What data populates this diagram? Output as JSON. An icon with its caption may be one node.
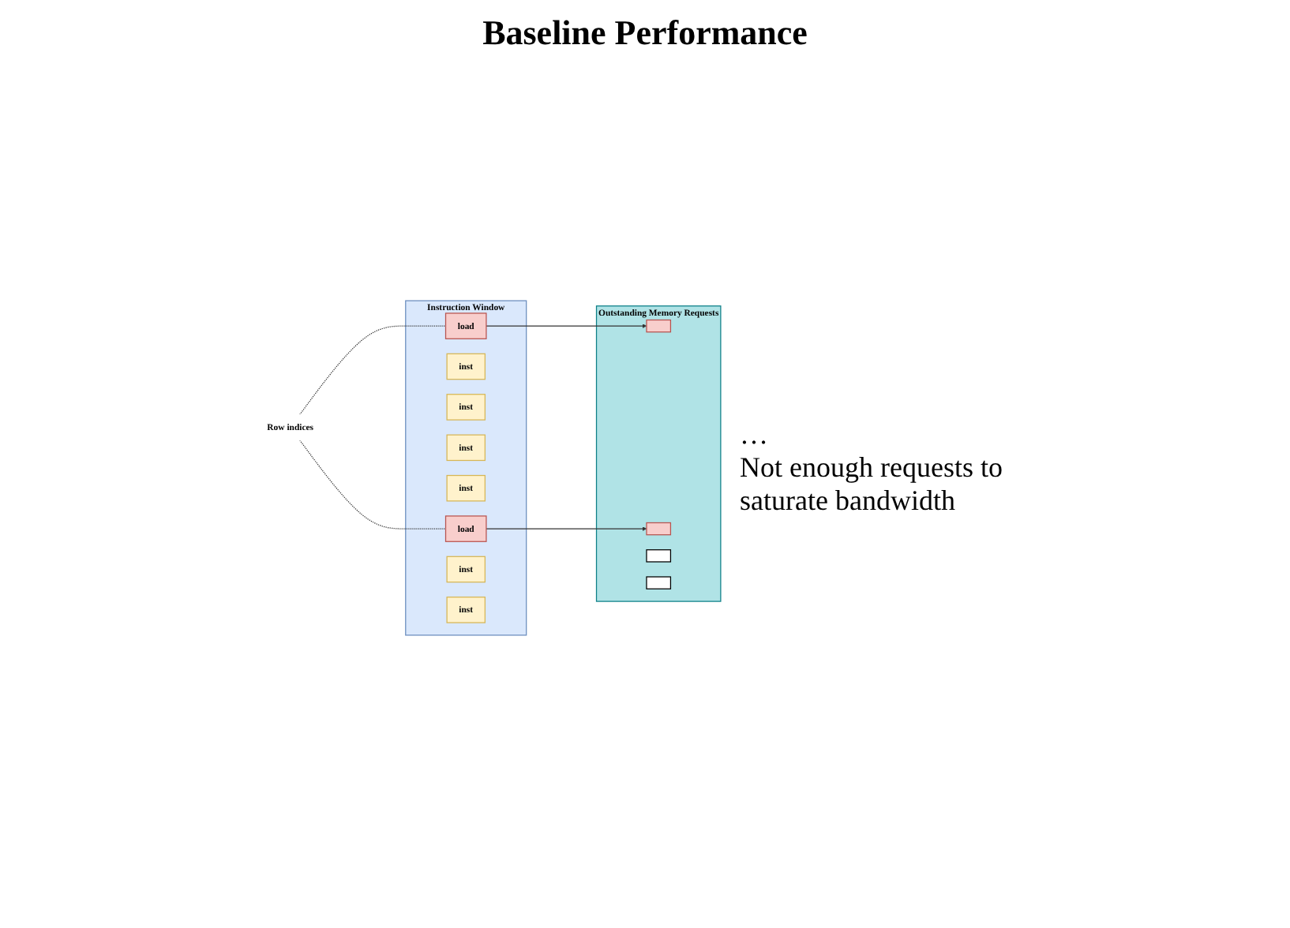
{
  "diagram": {
    "title": "Baseline Performance",
    "nodes": [
      {
        "text": [
          "Instruction Window"
        ]
      },
      {
        "text": [
          "load"
        ],
        "in": 0
      },
      {
        "text": [
          "inst"
        ],
        "in": 0
      },
      {
        "text": [
          "inst"
        ],
        "in": 0
      },
      {
        "text": [
          "inst"
        ],
        "in": 0
      },
      {
        "text": [
          "inst"
        ],
        "in": 0
      },
      {
        "text": [
          "load"
        ],
        "in": 0
      },
      {
        "text": [
          "inst"
        ],
        "in": 0
      },
      {
        "text": [
          "inst"
        ],
        "in": 0
      },
      {
        "text": [
          "Outstanding Memory Requests"
        ]
      },
      {
        "text": [],
        "shape": "box",
        "in": 9
      },
      {
        "text": [],
        "shape": "box",
        "in": 9
      },
      {
        "text": [],
        "shape": "box",
        "in": 9
      },
      {
        "text": [],
        "shape": "box",
        "in": 9
      },
      {
        "text": [
          "Row indices"
        ]
      }
    ],
    "edges": [
      {
        "from": 14,
        "to": 1,
        "arrow": "none",
        "style": "dashed"
      },
      {
        "from": 14,
        "to": 6,
        "arrow": "none",
        "style": "dashed"
      },
      {
        "from": 1,
        "to": 10,
        "arrow": "to"
      },
      {
        "from": 6,
        "to": 11,
        "arrow": "to"
      }
    ],
    "labels": [
      "…",
      "Not enough requests to saturate bandwidth"
    ]
  }
}
